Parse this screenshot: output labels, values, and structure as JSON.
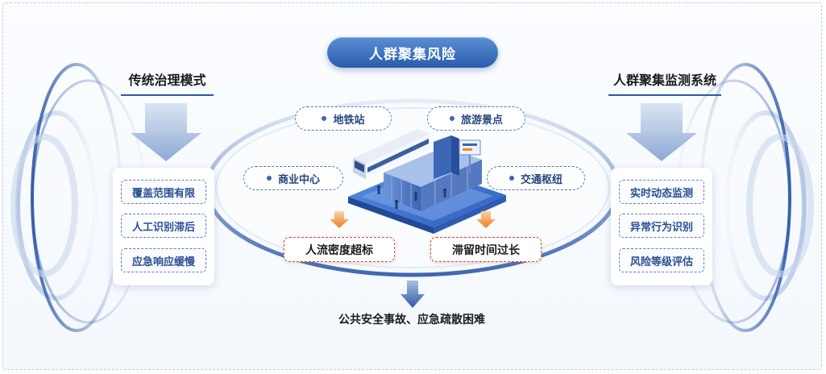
{
  "title": "人群聚集风险",
  "left": {
    "heading": "传统治理模式",
    "items": [
      "覆盖范围有限",
      "人工识别滞后",
      "应急响应缓慢"
    ]
  },
  "right": {
    "heading": "人群聚集监测系统",
    "items": [
      "实时动态监测",
      "异常行为识别",
      "风险等级评估"
    ]
  },
  "places": [
    "地铁站",
    "旅游景点",
    "商业中心",
    "交通枢纽"
  ],
  "risks": [
    "人流密度超标",
    "滞留时间过长"
  ],
  "result": "公共安全事故、应急疏散困难",
  "colors": {
    "primary": "#2b57a8",
    "risk_border": "#c0533d",
    "arrow_orange": "#f08a2a"
  }
}
